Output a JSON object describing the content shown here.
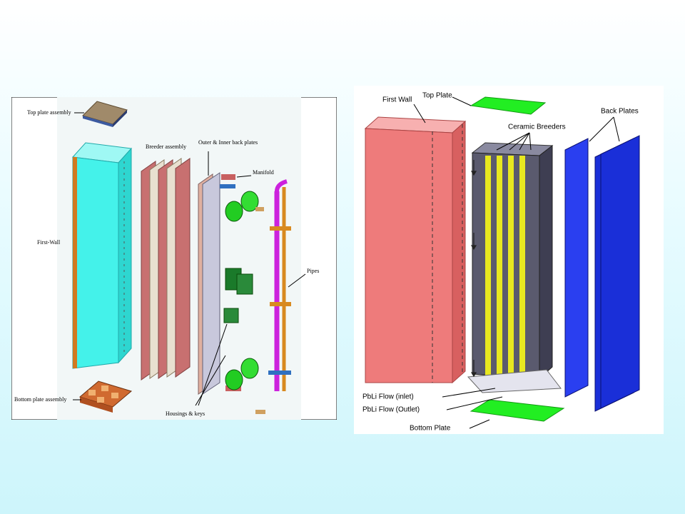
{
  "left_figure": {
    "labels": {
      "top_plate": "Top plate assembly",
      "breeder": "Breeder assembly",
      "back_plates": "Outer & Inner back plates",
      "manifold": "Manifold",
      "first_wall": "First-Wall",
      "pipes": "Pipes",
      "bottom_plate": "Bottom plate assembly",
      "housings": "Housings & keys"
    },
    "colors": {
      "first_wall": "#44f2ea",
      "top_plate": "#a08a6a",
      "back_plate": "#c8c8dc",
      "pipe": "#cc22dd",
      "housing": "#22aa22"
    }
  },
  "right_figure": {
    "labels": {
      "first_wall": "First Wall",
      "top_plate": "Top Plate",
      "back_plates": "Back Plates",
      "ceramic_breeders": "Ceramic Breeders",
      "inlet": "PbLi Flow (inlet)",
      "outlet": "PbLi Flow (Outlet)",
      "bottom_plate": "Bottom Plate"
    },
    "colors": {
      "first_wall": "#ee7b7b",
      "plates": "#22ee22",
      "back_plates": "#1a2fd8",
      "breeder_box": "#5a5a6e",
      "ceramic": "#e8e820"
    }
  }
}
